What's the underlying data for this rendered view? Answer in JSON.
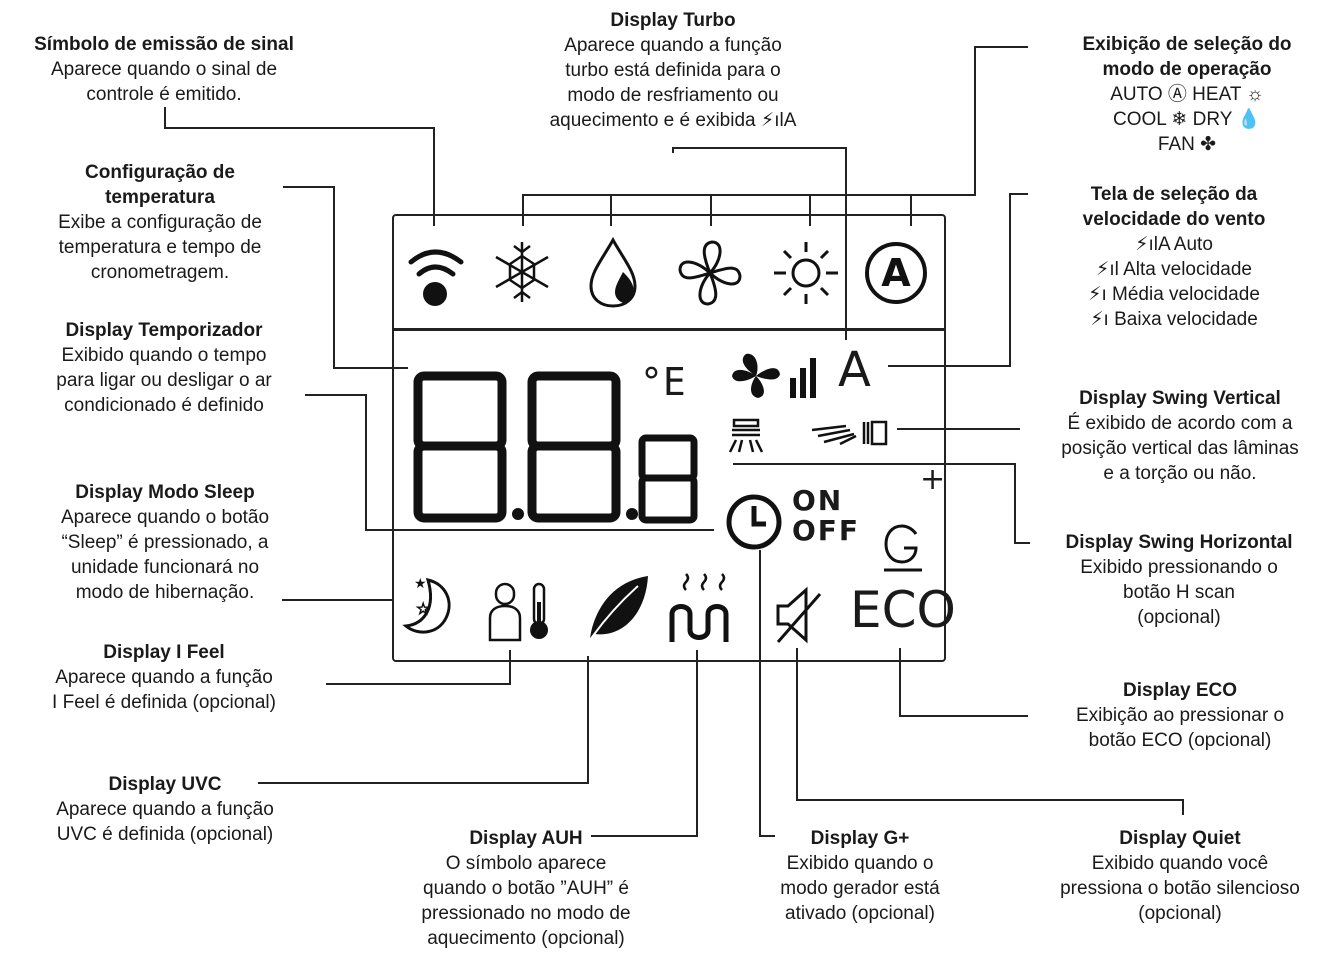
{
  "callouts": {
    "signal": {
      "title": "Símbolo de emissão de sinal",
      "lines": [
        "Aparece quando o sinal de",
        "controle é emitido."
      ]
    },
    "turbo": {
      "title": "Display Turbo",
      "lines": [
        "Aparece quando a função",
        "turbo está definida para o",
        "modo de resfriamento ou",
        "aquecimento e é exibida ⚡ılA"
      ]
    },
    "mode": {
      "title_lines": [
        "Exibição de seleção do",
        "modo de operação"
      ],
      "lines": [
        "AUTO Ⓐ     HEAT ☼",
        "COOL ❄  DRY 💧",
        "FAN ✤"
      ]
    },
    "temp_config": {
      "title_lines": [
        "Configuração de",
        "temperatura"
      ],
      "lines": [
        "Exibe a configuração de",
        "temperatura e tempo de",
        "cronometragem."
      ]
    },
    "fan_speed": {
      "title_lines": [
        "Tela de seleção da",
        "velocidade do vento"
      ],
      "lines": [
        "⚡ılA Auto",
        "⚡ıl Alta velocidade",
        "⚡ı Média velocidade",
        "⚡ı Baixa velocidade"
      ]
    },
    "timer": {
      "title": "Display Temporizador",
      "lines": [
        "Exibido quando o tempo",
        "para ligar ou desligar o ar",
        "condicionado é definido"
      ]
    },
    "swing_v": {
      "title": "Display Swing Vertical",
      "lines": [
        "É exibido de acordo com a",
        "posição vertical das lâminas",
        "e a torção ou não."
      ]
    },
    "sleep": {
      "title": "Display Modo Sleep",
      "lines": [
        "Aparece quando o botão",
        "“Sleep” é pressionado, a",
        "unidade funcionará no",
        "modo de hibernação."
      ]
    },
    "swing_h": {
      "title": "Display Swing Horizontal",
      "lines": [
        "Exibido pressionando o",
        "botão H scan",
        "(opcional)"
      ]
    },
    "ifeel": {
      "title": "Display I Feel",
      "lines": [
        "Aparece quando a função",
        "I Feel é definida (opcional)"
      ]
    },
    "eco": {
      "title": "Display ECO",
      "lines": [
        "Exibição ao pressionar o",
        "botão ECO (opcional)"
      ]
    },
    "uvc": {
      "title": "Display UVC",
      "lines": [
        "Aparece quando a função",
        "UVC é definida (opcional)"
      ]
    },
    "auh": {
      "title": "Display AUH",
      "lines": [
        "O símbolo aparece",
        "quando o botão ”AUH” é",
        "pressionado no modo de",
        "aquecimento (opcional)"
      ]
    },
    "gplus": {
      "title": "Display G+",
      "lines": [
        "Exibido quando o",
        "modo gerador está",
        "ativado (opcional)"
      ]
    },
    "quiet": {
      "title": "Display Quiet",
      "lines": [
        "Exibido quando você",
        "pressiona o botão silencioso",
        "(opcional)"
      ]
    }
  },
  "display": {
    "digits": "88",
    "small_digit": "8",
    "unit_label": "°E",
    "fan_label": "A",
    "on_label": "ON",
    "off_label": "OFF",
    "eco_label": "ECO",
    "plus_label": "+",
    "auto_label": "A"
  },
  "icons": [
    "signal-icon",
    "snowflake-icon",
    "drop-icon",
    "fan-icon",
    "sun-icon",
    "auto-icon",
    "fan-speed-icon",
    "swing-vertical-icon",
    "swing-horizontal-icon",
    "clock-icon",
    "g-plus-icon",
    "moon-icon",
    "ifeel-icon",
    "leaf-icon",
    "auh-icon",
    "mute-icon"
  ]
}
